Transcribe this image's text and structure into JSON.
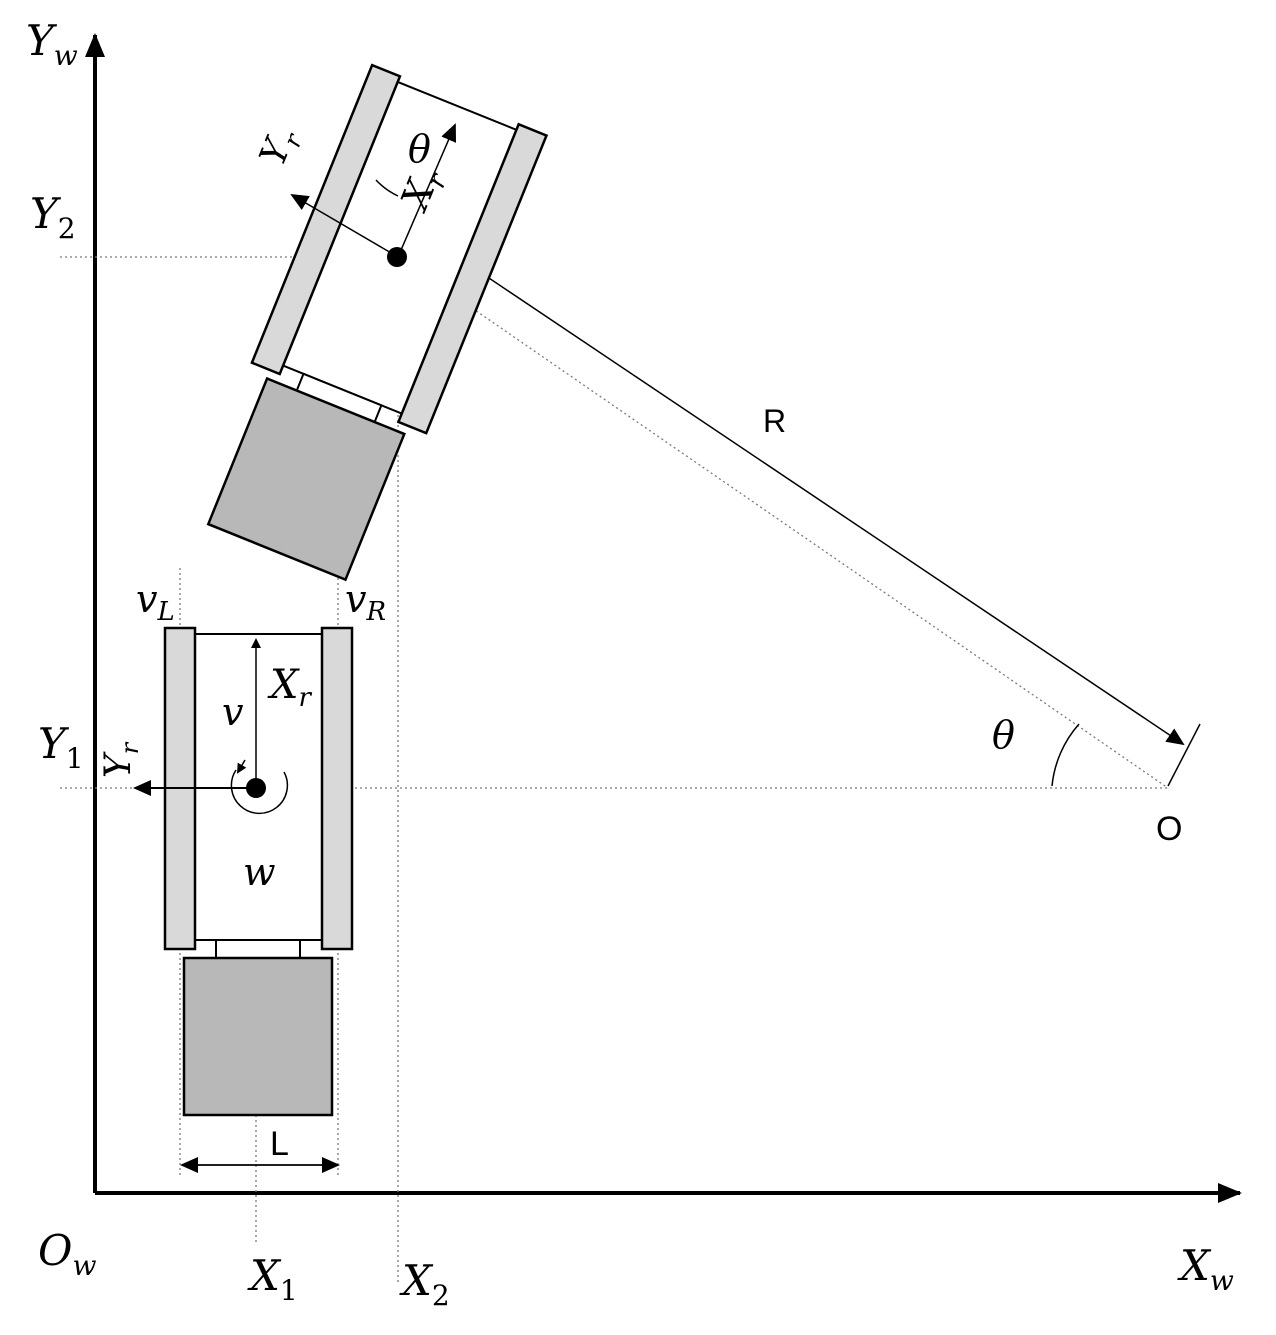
{
  "labels": {
    "Yw": {
      "main": "Y",
      "sub": "w"
    },
    "Xw": {
      "main": "X",
      "sub": "w"
    },
    "Ow": {
      "main": "O",
      "sub": "w"
    },
    "Y1": {
      "main": "Y",
      "sub": "1"
    },
    "Y2": {
      "main": "Y",
      "sub": "2"
    },
    "X1": {
      "main": "X",
      "sub": "1"
    },
    "X2": {
      "main": "X",
      "sub": "2"
    },
    "vL": {
      "main": "v",
      "sub": "L"
    },
    "vR": {
      "main": "v",
      "sub": "R"
    },
    "v": "v",
    "w": "w",
    "L": "L",
    "R": "R",
    "O": "O",
    "theta_top": "θ",
    "theta_right": "θ",
    "Xr_bottom": {
      "main": "X",
      "sub": "r"
    },
    "Yr_bottom": {
      "main": "Y",
      "sub": "r"
    },
    "Xr_top": {
      "main": "X",
      "sub": "r"
    },
    "Yr_top": {
      "main": "Y",
      "sub": "r"
    }
  },
  "colors": {
    "stroke": "#000000",
    "wheel_fill": "#d9d9d9",
    "cargo_fill": "#b8b8b8",
    "guide": "#7a7a7a"
  }
}
